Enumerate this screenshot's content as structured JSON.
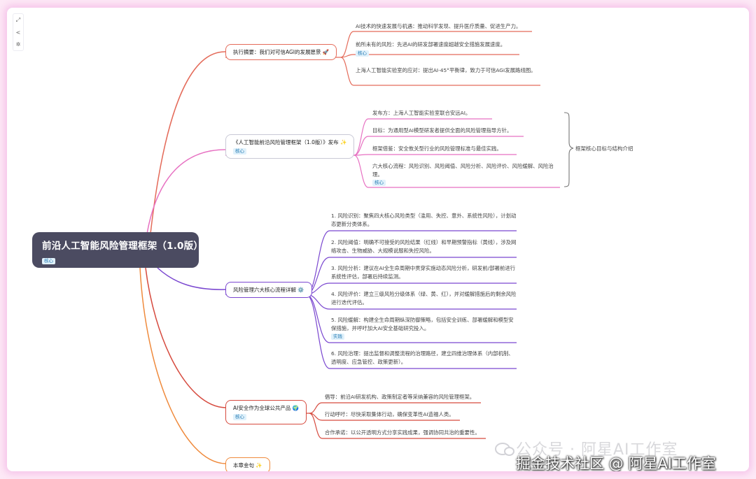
{
  "root": {
    "title": "前沿人工智能风险管理框架（1.0版）",
    "tag": "核心"
  },
  "branches": [
    {
      "label": "执行摘要：我们对可信AGI的发展愿景 🚀",
      "tag": "",
      "color": "#e46b5a",
      "children": [
        {
          "text": "AI技术的快速发展与机遇：推动科学发现、提升医疗质量、促进生产力。",
          "tag": ""
        },
        {
          "text": "前所未有的风险：先进AI的研发部署速度超越安全措施发展速度。",
          "tag": "核心"
        },
        {
          "text": "上海人工智能实验室的应对：提出AI-45°平衡律，致力于可信AGI发展路线图。",
          "tag": ""
        }
      ]
    },
    {
      "label": "《人工智能前沿风险管理框架（1.0版）》发布 ✨",
      "tag": "核心",
      "color": "#e771c2",
      "children": [
        {
          "text": "发布方：上海人工智能实验室联合安远AI。",
          "tag": ""
        },
        {
          "text": "目标：为通用型AI模型研发者提供全面的风险管理指导方针。",
          "tag": ""
        },
        {
          "text": "框架借鉴：安全攸关型行业的风险管理标准与最佳实践。",
          "tag": ""
        },
        {
          "text": "六大核心流程：风险识别、风险阈值、风险分析、风险评价、风险缓解、风险治理。",
          "tag": "核心"
        }
      ]
    },
    {
      "label": "风险管理六大核心流程详解 ⚙️",
      "tag": "",
      "color": "#7a47d0",
      "children": [
        {
          "text": "1. 风险识别：聚焦四大核心风险类型（滥用、失控、意外、系统性风险），计划动态更新分类体系。",
          "tag": ""
        },
        {
          "text": "2. 风险阈值：明确不可接受的风险结果（红线）和早期预警指标（黄线），涉及网络攻击、生物威胁、大规模说服和失控风险。",
          "tag": ""
        },
        {
          "text": "3. 风险分析：建议在AI全生命周期中贯穿实施动态风险分析，研发前/部署前进行系统性评估，部署后持续监测。",
          "tag": ""
        },
        {
          "text": "4. 风险评价：建立三级风险分级体系（绿、黄、红），并对缓解措施后的剩余风险进行迭代评估。",
          "tag": ""
        },
        {
          "text": "5. 风险缓解：构建全生命周期纵深防御策略，包括安全训练、部署缓解和模型安保措施，并呼吁加大AI安全基础研究投入。",
          "tag": "实践"
        },
        {
          "text": "6. 风险治理：提出监督和调整流程的治理路径，建立四维治理体系（内部机制、透明度、应急管控、政策更新）。",
          "tag": ""
        }
      ]
    },
    {
      "label": "AI安全作为全球公共产品 🌍",
      "tag": "核心",
      "color": "#d64a3e",
      "children": [
        {
          "text": "倡导：前沿AI研发机构、政策制定者等采纳兼容的风险管理框架。",
          "tag": ""
        },
        {
          "text": "行动呼吁：尽快采取集体行动，确保变革性AI造福人类。",
          "tag": ""
        },
        {
          "text": "合作承诺：以公开透明方式分享实践成果，强调协同共治的重要性。",
          "tag": ""
        }
      ]
    },
    {
      "label": "本章金句 ✨",
      "tag": "",
      "color": "#ef8a3c",
      "children": []
    }
  ],
  "summary": "框架核心目标与结构介绍",
  "toolbar": [
    "⤢",
    "<",
    "✲"
  ],
  "watermark": {
    "line1": "公众号 · 阿星AI工作室",
    "line2": "掘金技术社区 @ 阿星AI工作室"
  }
}
